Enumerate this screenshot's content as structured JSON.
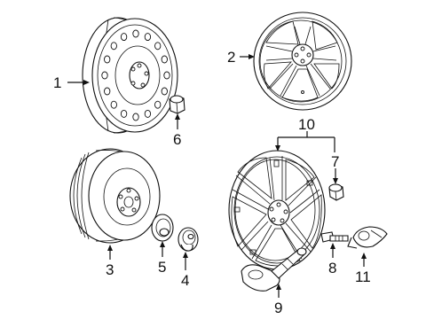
{
  "callouts": [
    "1",
    "2",
    "3",
    "4",
    "5",
    "6",
    "7",
    "8",
    "9",
    "10",
    "11"
  ]
}
